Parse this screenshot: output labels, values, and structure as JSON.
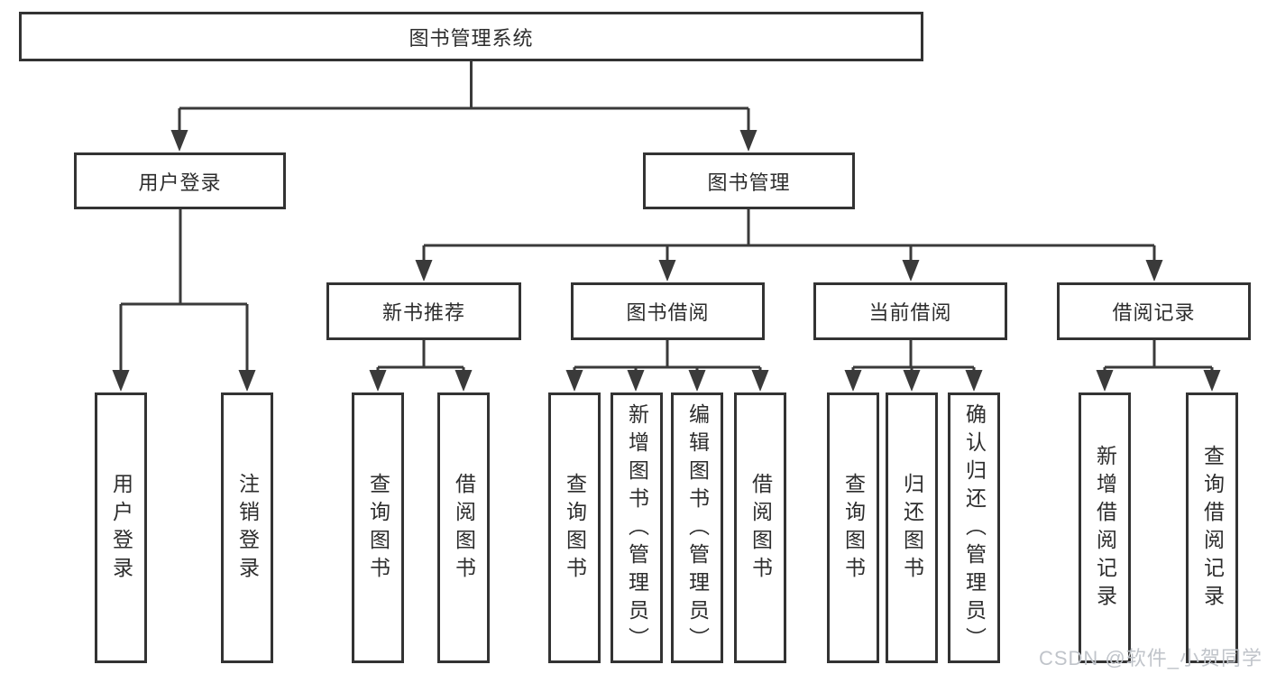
{
  "nodes": {
    "root": "图书管理系统",
    "user_login": "用户登录",
    "book_mgmt": "图书管理",
    "new_books": "新书推荐",
    "book_borrow": "图书借阅",
    "current_borrow": "当前借阅",
    "borrow_records": "借阅记录"
  },
  "leaves": {
    "user_login": [
      "用户登录",
      "注销登录"
    ],
    "new_books": [
      "查询图书",
      "借阅图书"
    ],
    "book_borrow": [
      "查询图书",
      "新增图书（管理员）",
      "编辑图书（管理员）",
      "借阅图书"
    ],
    "current_borrow": [
      "查询图书",
      "归还图书",
      "确认归还（管理员）"
    ],
    "borrow_records": [
      "新增借阅记录",
      "查询借阅记录"
    ]
  },
  "watermark": "CSDN @软件_小贺同学",
  "colors": {
    "line": "#3a3a3a",
    "border": "#333333",
    "text": "#2d2d2d",
    "watermark": "#c0c4ca",
    "background": "#ffffff"
  }
}
